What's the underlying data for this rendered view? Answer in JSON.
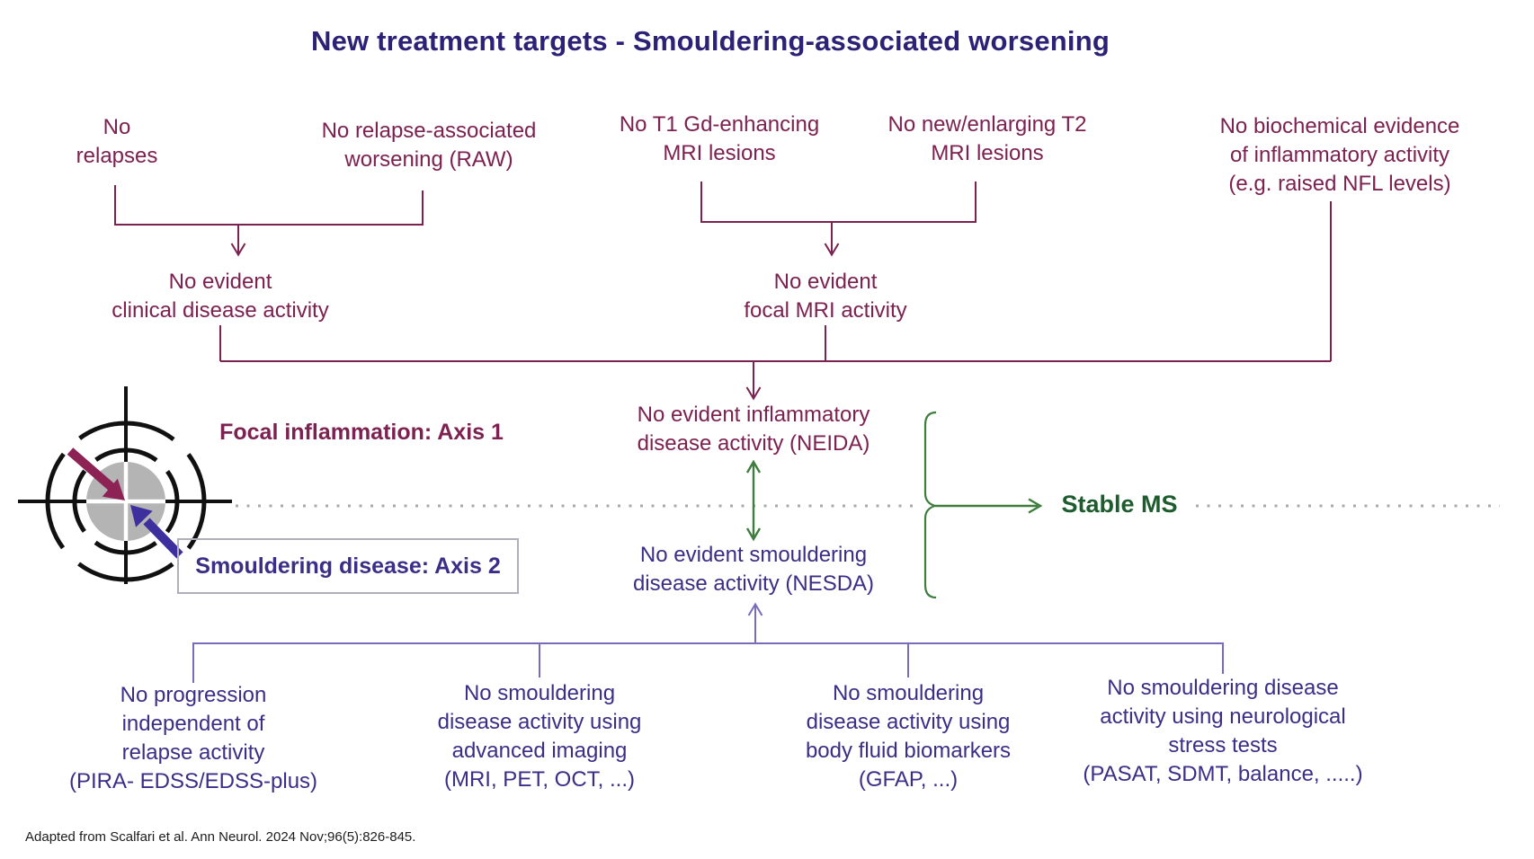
{
  "title": "New treatment targets - Smouldering-associated worsening",
  "axis1": {
    "label": "Focal inflammation: Axis 1",
    "clinical_inputs": [
      "No\nrelapses",
      "No relapse-associated\nworsening (RAW)"
    ],
    "clinical_result": "No evident\nclinical disease activity",
    "mri_inputs": [
      "No T1 Gd-enhancing\nMRI lesions",
      "No new/enlarging T2\nMRI lesions"
    ],
    "mri_result": "No evident\nfocal MRI activity",
    "biochemical_input": "No biochemical evidence\nof inflammatory activity\n(e.g. raised NFL levels)",
    "outcome": "No evident inflammatory\ndisease activity (NEIDA)"
  },
  "axis2": {
    "label": "Smouldering disease: Axis 2",
    "outcome": "No evident smouldering\ndisease activity (NESDA)",
    "criteria": [
      "No progression\nindependent of\nrelapse activity\n(PIRA- EDSS/EDSS-plus)",
      "No smouldering\ndisease activity using\nadvanced imaging\n(MRI, PET, OCT, ...)",
      "No smouldering\ndisease activity using\nbody fluid biomarkers\n(GFAP, ...)",
      "No smouldering disease\nactivity using neurological\nstress tests\n(PASAT, SDMT, balance, .....)"
    ]
  },
  "stable_ms": "Stable MS",
  "footer": "Adapted from Scalfari et al. Ann Neurol. 2024 Nov;96(5):826-845.",
  "icons": {
    "target": "bullseye-target-with-two-converging-arrows"
  },
  "theme": {
    "title": "#2b2176",
    "maroon": "#7c2150",
    "indigo": "#3b2e87",
    "purple-line": "#7a6cbd",
    "green": "#3e7d3e",
    "green-dark": "#1d5c2d",
    "dotted": "#a9a9a9",
    "gray-circle": "#b4b4b4",
    "box-border": "#b0b0bc",
    "arrow-maroon": "#8d2355",
    "arrow-indigo": "#3d2f9e"
  }
}
